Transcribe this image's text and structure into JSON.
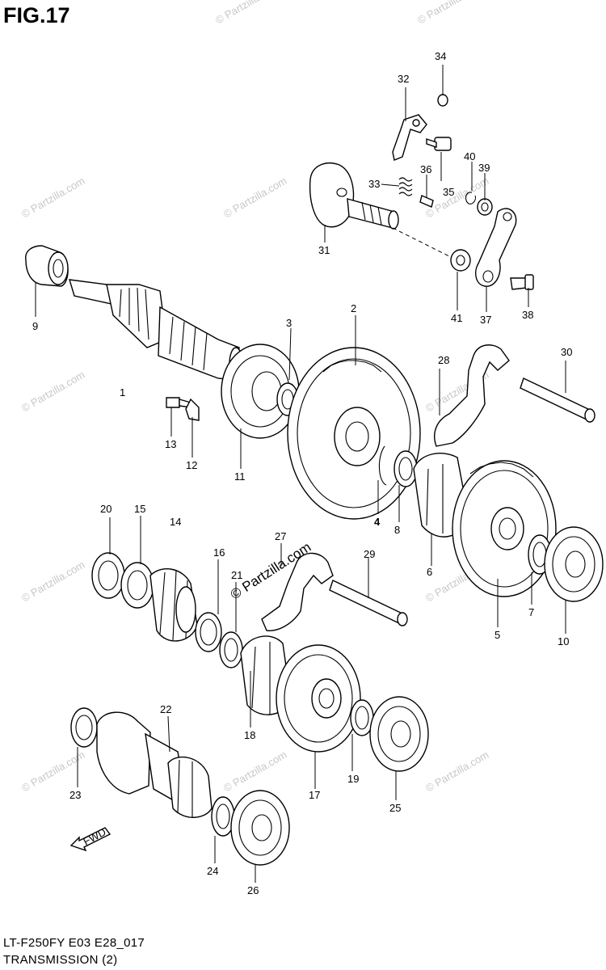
{
  "figure": {
    "title": "FIG.17",
    "model_code": "LT-F250FY E03 E28_017",
    "caption": "TRANSMISSION (2)"
  },
  "watermark": {
    "text": "© Partzilla.com",
    "center_text": "© Partzilla.com"
  },
  "fwd_label": "FWD",
  "part_labels": {
    "p1": "1",
    "p2": "2",
    "p3": "3",
    "p4": "4",
    "p5": "5",
    "p6": "6",
    "p7": "7",
    "p8": "8",
    "p9": "9",
    "p10": "10",
    "p11": "11",
    "p12": "12",
    "p13": "13",
    "p14": "14",
    "p15": "15",
    "p16": "16",
    "p17": "17",
    "p18": "18",
    "p19": "19",
    "p20": "20",
    "p21": "21",
    "p22": "22",
    "p23": "23",
    "p24": "24",
    "p25": "25",
    "p26": "26",
    "p27": "27",
    "p28": "28",
    "p29": "29",
    "p30": "30",
    "p31": "31",
    "p32": "32",
    "p33": "33",
    "p34": "34",
    "p35": "35",
    "p36": "36",
    "p37": "37",
    "p38": "38",
    "p39": "39",
    "p40": "40",
    "p41": "41"
  }
}
